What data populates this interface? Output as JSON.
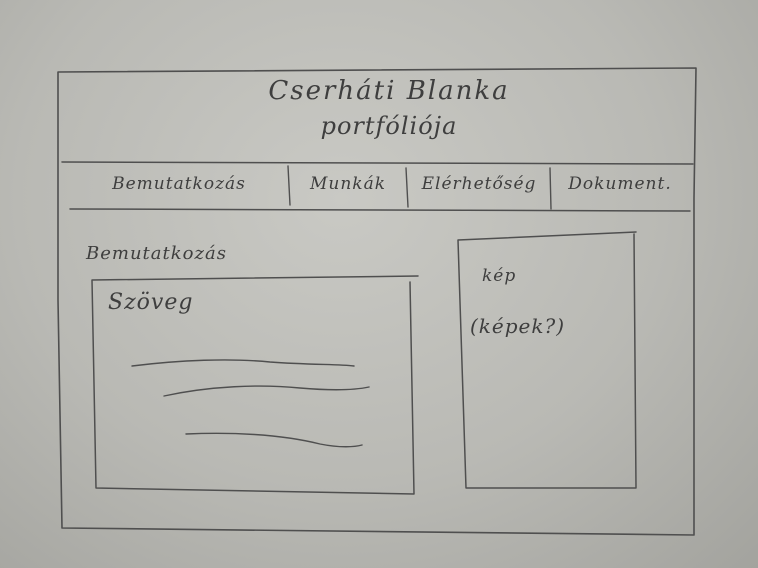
{
  "header": {
    "title_line1": "Cserháti Blanka",
    "title_line2": "portfóliója"
  },
  "nav": {
    "items": [
      {
        "label": "Bemutatkozás"
      },
      {
        "label": "Munkák"
      },
      {
        "label": "Elérhetőség"
      },
      {
        "label": "Dokument."
      }
    ]
  },
  "main": {
    "section_heading": "Bemutatkozás",
    "text_box": {
      "label": "Szöveg"
    },
    "image_box": {
      "label": "kép",
      "note": "(képek?)"
    }
  },
  "colors": {
    "paper": "#c0c0bb",
    "pencil": "#4a4a4a"
  }
}
